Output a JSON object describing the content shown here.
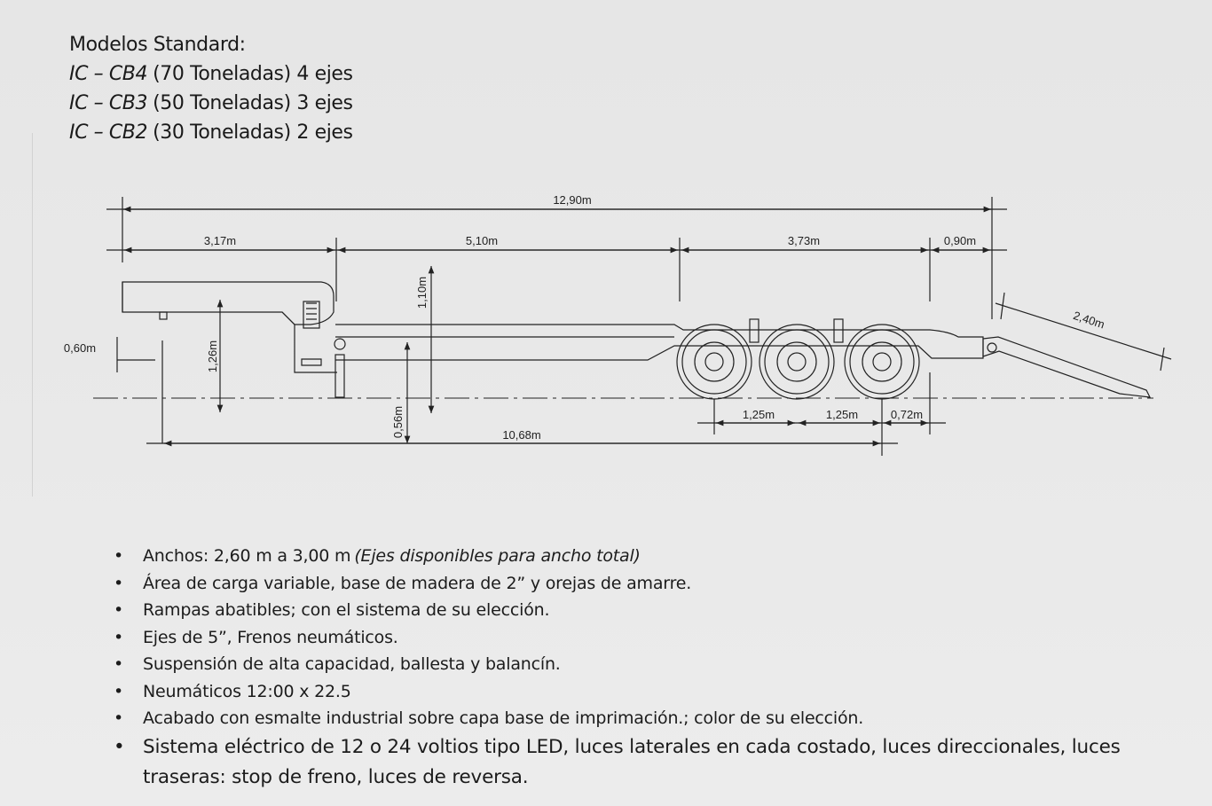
{
  "heading": {
    "title": "Modelos Standard:",
    "models": [
      {
        "code": "IC – CB4",
        "desc": "(70 Toneladas) 4 ejes"
      },
      {
        "code": "IC – CB3",
        "desc": "(50 Toneladas) 3 ejes"
      },
      {
        "code": "IC – CB2",
        "desc": "(30 Toneladas) 2 ejes"
      }
    ]
  },
  "drawing": {
    "dimensions": {
      "total_length": "12,90m",
      "gooseneck": "3,17m",
      "deck": "5,10m",
      "axle_section": "3,73m",
      "rear_overhang": "0,90m",
      "kingpin_height": "0,60m",
      "gooseneck_height": "1,26m",
      "step_height": "1,10m",
      "deck_height": "0,56m",
      "axle_spacing_1": "1,25m",
      "axle_spacing_2": "1,25m",
      "rear_axle_offset": "0,72m",
      "kingpin_to_axle": "10,68m",
      "ramp_length": "2,40m"
    }
  },
  "specs": [
    {
      "text": "Anchos: 2,60 m a  3,00 m",
      "note": "(Ejes disponibles para ancho total)"
    },
    {
      "text": "Área de carga variable, base de madera de 2” y orejas de amarre."
    },
    {
      "text": "Rampas abatibles; con el sistema de su elección."
    },
    {
      "text": "Ejes de 5”, Frenos neumáticos."
    },
    {
      "text": "Suspensión de alta capacidad, ballesta y balancín."
    },
    {
      "text": "Neumáticos 12:00 x 22.5"
    },
    {
      "text": "Acabado con esmalte industrial sobre capa base de imprimación.; color de su elección."
    },
    {
      "text": "Sistema eléctrico de 12 o 24 voltios tipo LED, luces laterales en cada costado, luces direccionales, luces traseras: stop de freno, luces de reversa."
    }
  ]
}
